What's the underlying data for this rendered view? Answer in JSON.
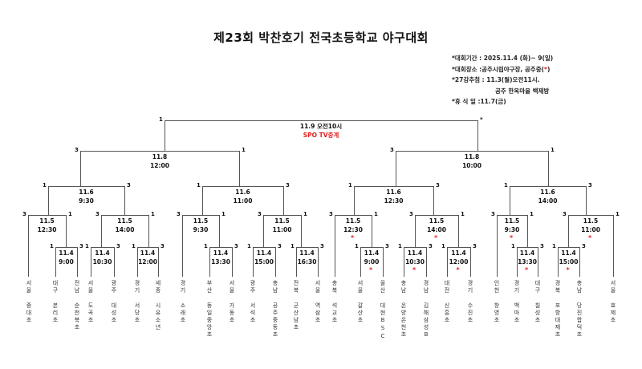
{
  "title": "제23회 박찬호기 전국초등학교 야구대회",
  "info": {
    "period": "*대회기간 : 2025.11.4 (화)~ 9(일)",
    "venue_prefix": "*대회장소 :공주시립야구장, 공주중(",
    "venue_mark": "*",
    "venue_suffix": ")",
    "draw": "*27강추첨 : 11.3(월)오전11시.",
    "draw_place": "공주 한옥마을 백제방",
    "rest": "*휴 식 일 :11.7(금)"
  },
  "colors": {
    "line": "#555555",
    "accent": "#e02020"
  },
  "matches": [
    {
      "date": "11.9 오전10시",
      "time": "",
      "note": "SPO TV중계",
      "score_left": "1",
      "score_right": "*",
      "mark": false
    },
    {
      "date": "11.8",
      "time": "12:00",
      "score_left": "3",
      "score_right": "1",
      "mark": false
    },
    {
      "date": "11.8",
      "time": "10:00",
      "score_left": "3",
      "score_right": "1",
      "mark": false
    },
    {
      "date": "11.6",
      "time": "9:30",
      "score_left": "1",
      "score_right": "3",
      "mark": false
    },
    {
      "date": "11.6",
      "time": "11:00",
      "score_left": "1",
      "score_right": "3",
      "mark": false
    },
    {
      "date": "11.6",
      "time": "12:30",
      "score_left": "1",
      "score_right": "3",
      "mark": false
    },
    {
      "date": "11.6",
      "time": "14:00",
      "score_left": "1",
      "score_right": "3",
      "mark": false
    },
    {
      "date": "11.5",
      "time": "12:30",
      "score_left": "3",
      "score_right": "1",
      "mark": false
    },
    {
      "date": "11.5",
      "time": "14:00",
      "score_left": "3",
      "score_right": "1",
      "mark": false
    },
    {
      "date": "11.5",
      "time": "9:30",
      "score_left": "3",
      "score_right": "1",
      "mark": false
    },
    {
      "date": "11.5",
      "time": "11:00",
      "score_left": "3",
      "score_right": "1",
      "mark": false
    },
    {
      "date": "11.5",
      "time": "12:30",
      "score_left": "3",
      "score_right": "1",
      "mark": true
    },
    {
      "date": "11.5",
      "time": "14:00",
      "score_left": "3",
      "score_right": "1",
      "mark": true
    },
    {
      "date": "11.5",
      "time": "9:30",
      "score_left": "3",
      "score_right": "1",
      "mark": true
    },
    {
      "date": "11.5",
      "time": "11:00",
      "score_left": "3",
      "score_right": "1",
      "mark": true
    },
    {
      "date": "11.4",
      "time": "9:00",
      "score_left": "1",
      "score_right": "3",
      "mark": false
    },
    {
      "date": "11.4",
      "time": "10:30",
      "score_left": "1",
      "score_right": "3",
      "mark": false
    },
    {
      "date": "11.4",
      "time": "12:00",
      "score_left": "1",
      "score_right": "3",
      "mark": false
    },
    {
      "date": "11.4",
      "time": "13:30",
      "score_left": "1",
      "score_right": "3",
      "mark": false
    },
    {
      "date": "11.4",
      "time": "15:00",
      "score_left": "1",
      "score_right": "3",
      "mark": false
    },
    {
      "date": "11.4",
      "time": "16:30",
      "score_left": "1",
      "score_right": "3",
      "mark": false
    },
    {
      "date": "11.4",
      "time": "9:00",
      "score_left": "1",
      "score_right": "3",
      "mark": true
    },
    {
      "date": "11.4",
      "time": "10:30",
      "score_left": "1",
      "score_right": "3",
      "mark": true
    },
    {
      "date": "11.4",
      "time": "12:00",
      "score_left": "1",
      "score_right": "3",
      "mark": true
    },
    {
      "date": "11.4",
      "time": "13:30",
      "score_left": "1",
      "score_right": "3",
      "mark": true
    },
    {
      "date": "11.4",
      "time": "15:00",
      "score_left": "1",
      "score_right": "3",
      "mark": true
    }
  ],
  "mark_symbol": "*",
  "teams": [
    {
      "region": "서울",
      "school": "중대초"
    },
    {
      "region": "대구",
      "school": "본리초"
    },
    {
      "region": "전남",
      "school": "순천북초"
    },
    {
      "region": "서울",
      "school": "도곡초"
    },
    {
      "region": "광주",
      "school": "대성초"
    },
    {
      "region": "경기",
      "school": "서당초"
    },
    {
      "region": "세종",
      "school": "시유소년"
    },
    {
      "region": "경기",
      "school": "소래초"
    },
    {
      "region": "부산",
      "school": "동일중앙초"
    },
    {
      "region": "서울",
      "school": "가동초"
    },
    {
      "region": "광주",
      "school": "서석초"
    },
    {
      "region": "충남",
      "school": "공주중동초"
    },
    {
      "region": "전북",
      "school": "군산남초"
    },
    {
      "region": "서울",
      "school": "역삼초"
    },
    {
      "region": "충북",
      "school": "석교초"
    },
    {
      "region": "서울",
      "school": "갈산초"
    },
    {
      "region": "울산",
      "school": "대현BSC"
    },
    {
      "region": "충남",
      "school": "온양온천초"
    },
    {
      "region": "경남",
      "school": "김해삼성B"
    },
    {
      "region": "대전",
      "school": "신흥초"
    },
    {
      "region": "경기",
      "school": "수진초"
    },
    {
      "region": "인천",
      "school": "창영초"
    },
    {
      "region": "경기",
      "school": "백마초"
    },
    {
      "region": "대구",
      "school": "칠성초"
    },
    {
      "region": "경북",
      "school": "포항대제초"
    },
    {
      "region": "충남",
      "school": "당진합덕초"
    },
    {
      "region": "서울",
      "school": "효제초"
    }
  ]
}
